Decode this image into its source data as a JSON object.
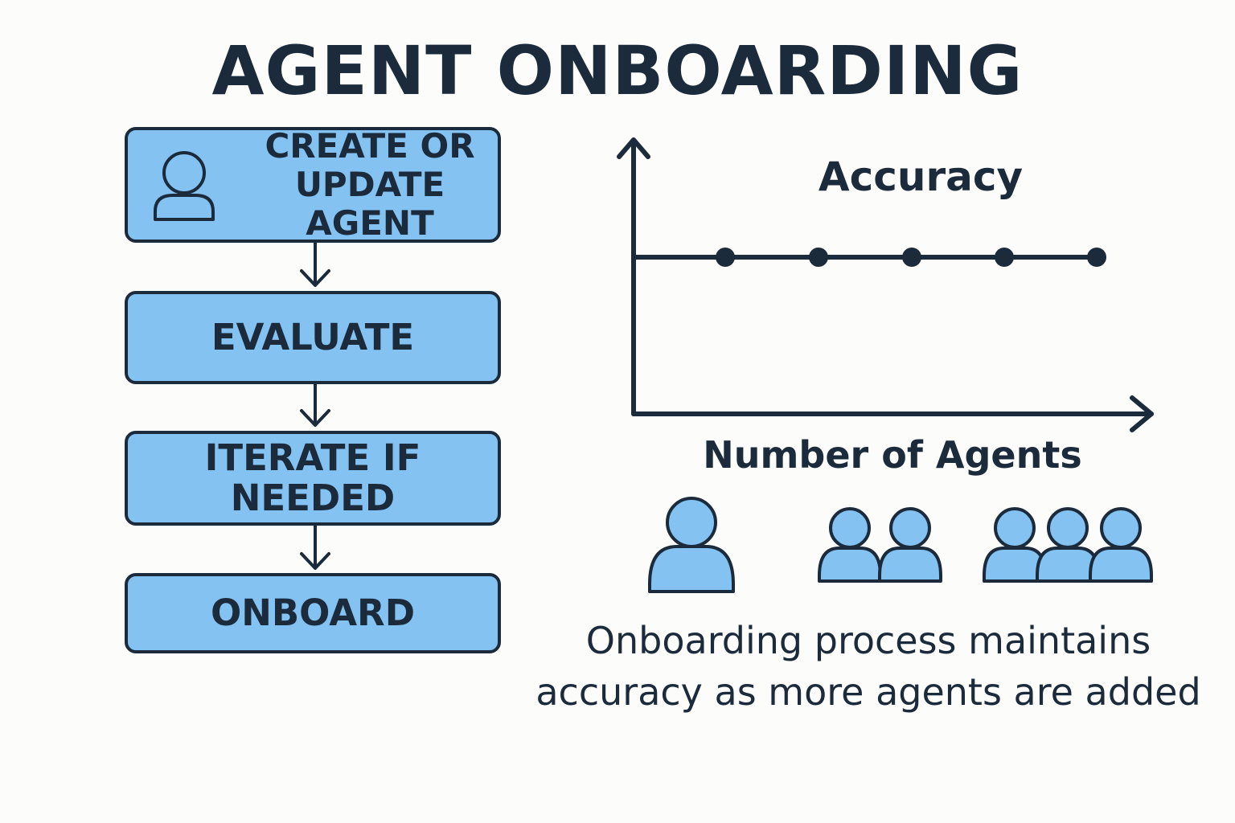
{
  "title": "AGENT ONBOARDING",
  "flow": {
    "steps": [
      {
        "label": "CREATE OR\nUPDATE AGENT"
      },
      {
        "label": "EVALUATE"
      },
      {
        "label": "ITERATE IF\nNEEDED"
      },
      {
        "label": "ONBOARD"
      }
    ]
  },
  "chart": {
    "y_label": "Accuracy",
    "x_label": "Number of Agents",
    "points": 5,
    "group_sizes": [
      1,
      2,
      3
    ]
  },
  "caption": "Onboarding process maintains\naccuracy as more agents are added",
  "colors": {
    "box_fill": "#83c2f1",
    "stroke": "#1b2b3c",
    "background": "#fcfcfa"
  }
}
